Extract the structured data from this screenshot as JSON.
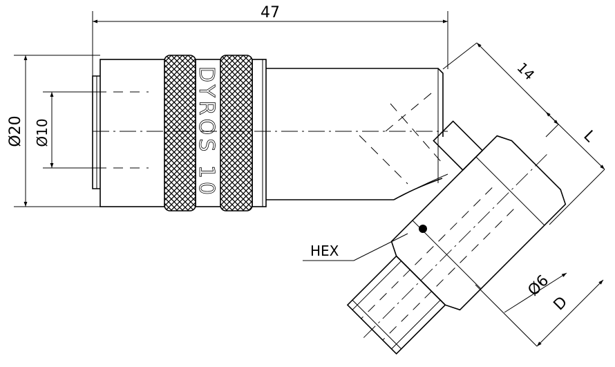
{
  "dimensions": {
    "overall_length": "47",
    "diameter_outer": "Ø20",
    "diameter_inner": "Ø10",
    "angled_length": "14",
    "thread_length": "L",
    "bore_diameter": "Ø6",
    "thread_diameter": "D"
  },
  "callouts": {
    "hex": "HEX"
  },
  "engraving": {
    "brand": "DYROS 10"
  }
}
